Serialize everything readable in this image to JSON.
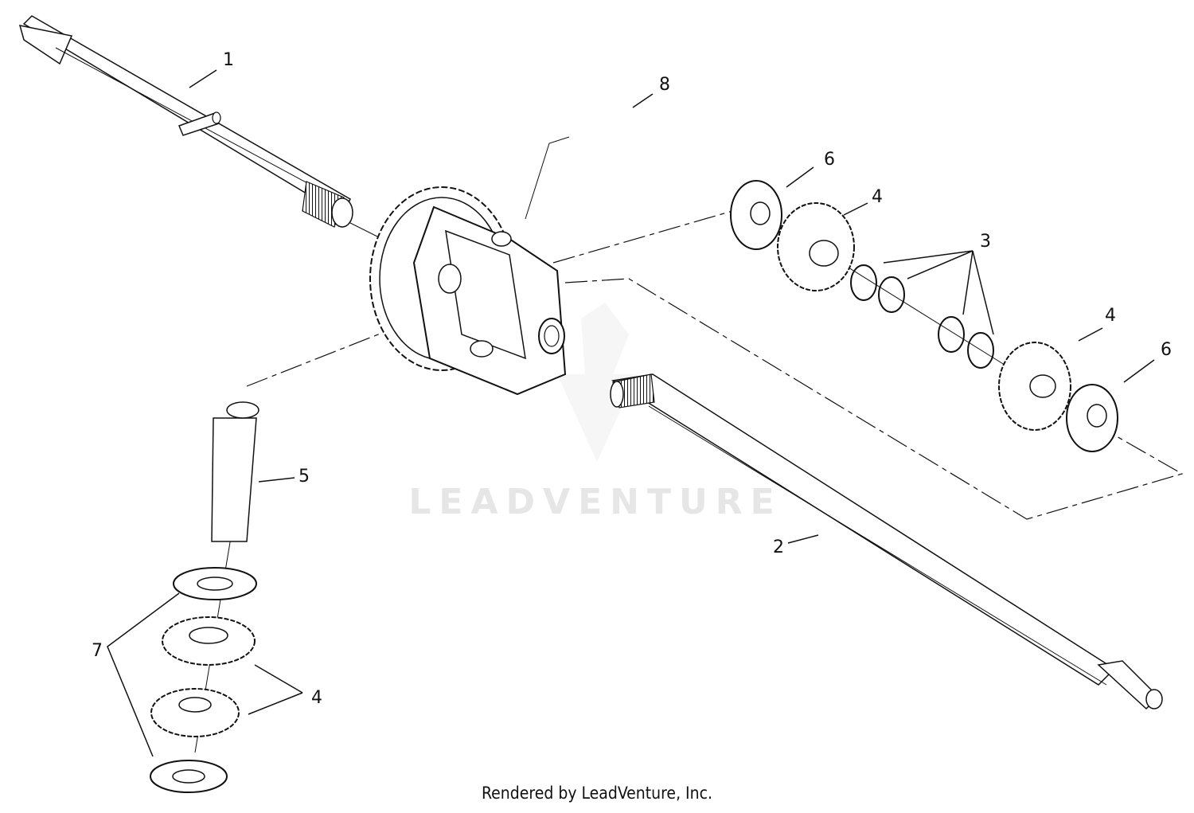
{
  "watermark": "LEADVENTURE",
  "footer": "Rendered by LeadVenture, Inc.",
  "callouts": {
    "c1": "1",
    "c2": "2",
    "c3": "3",
    "c4a": "4",
    "c4b": "4",
    "c4c": "4",
    "c5": "5",
    "c6a": "6",
    "c6b": "6",
    "c7": "7",
    "c8": "8"
  }
}
